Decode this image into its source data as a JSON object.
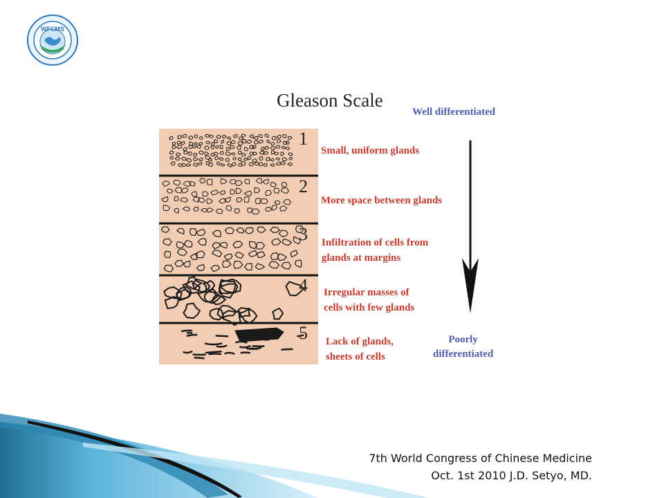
{
  "logo": {
    "icon": "wfcms-globe-emblem-icon",
    "text": "WFCMS"
  },
  "title": "Gleason Scale",
  "top_label": "Well differentiated",
  "bottom_label": [
    "Poorly",
    "differentiated"
  ],
  "grades": [
    {
      "number": "1",
      "lines": [
        "Small, uniform glands"
      ]
    },
    {
      "number": "2",
      "lines": [
        "More space between glands"
      ]
    },
    {
      "number": "3",
      "lines": [
        "Infiltration of cells from",
        "glands at margins"
      ]
    },
    {
      "number": "4",
      "lines": [
        "Irregular masses of",
        "cells with few glands"
      ]
    },
    {
      "number": "5",
      "lines": [
        "Lack of glands,",
        "sheets of cells"
      ]
    }
  ],
  "footer": {
    "line1": "7th World Congress of Chinese Medicine",
    "line2": "Oct. 1st 2010 J.D. Setyo, MD."
  },
  "colors": {
    "tissue": "#f2cdb4",
    "description": "#c0392b",
    "end_labels": "#4d5ba8",
    "swoosh_dark": "#1f6f93",
    "swoosh_light": "#8fd0ea"
  }
}
